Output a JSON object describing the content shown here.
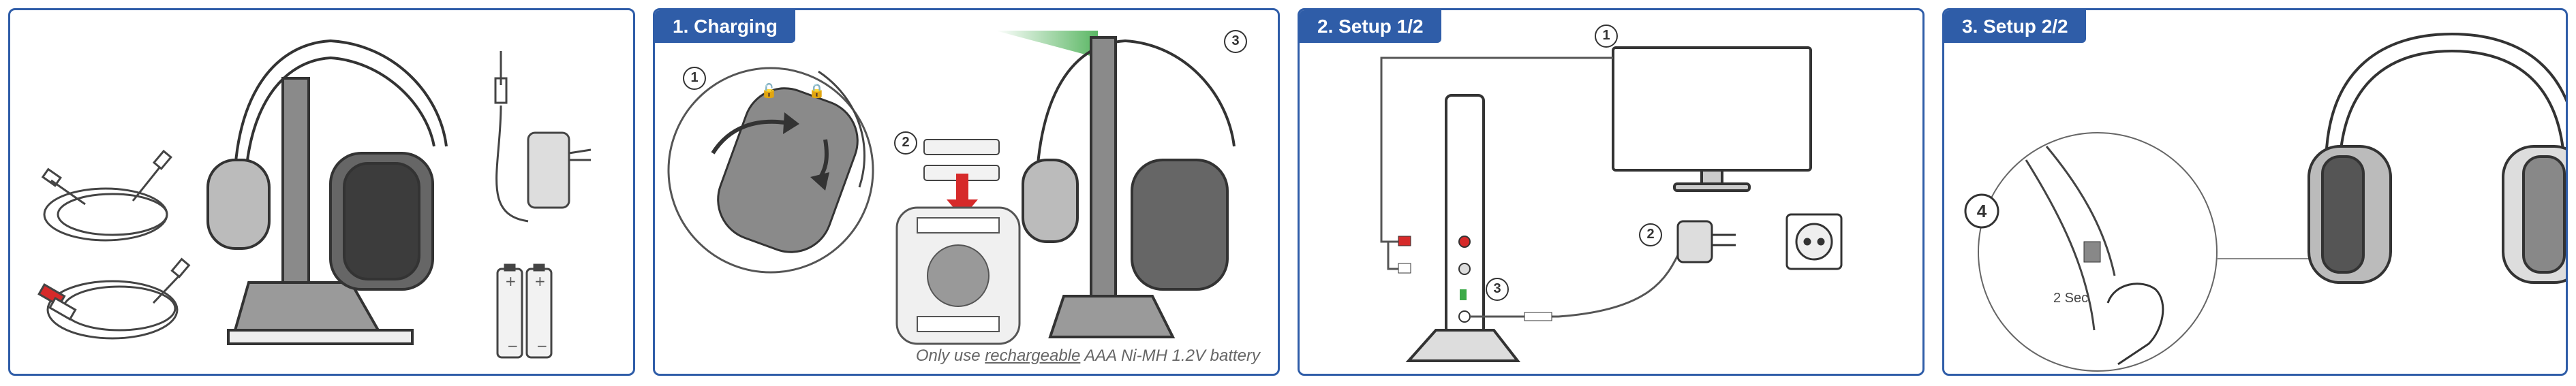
{
  "panels": [
    {
      "title": ""
    },
    {
      "title": "1. Charging",
      "note_prefix": "Only use ",
      "note_underlined": "rechargeable",
      "note_suffix": " AAA Ni-MH 1.2V battery",
      "markers": [
        "1",
        "2",
        "3"
      ]
    },
    {
      "title": "2. Setup 1/2",
      "markers": [
        "1",
        "2",
        "3"
      ]
    },
    {
      "title": "3. Setup 2/2",
      "markers": [
        "4"
      ],
      "hold_label": "2 Sec"
    }
  ],
  "colors": {
    "frame": "#2f5da8",
    "tab": "#2f5da8",
    "arrow_red": "#d62a2a",
    "led_green": "#3daa48"
  }
}
